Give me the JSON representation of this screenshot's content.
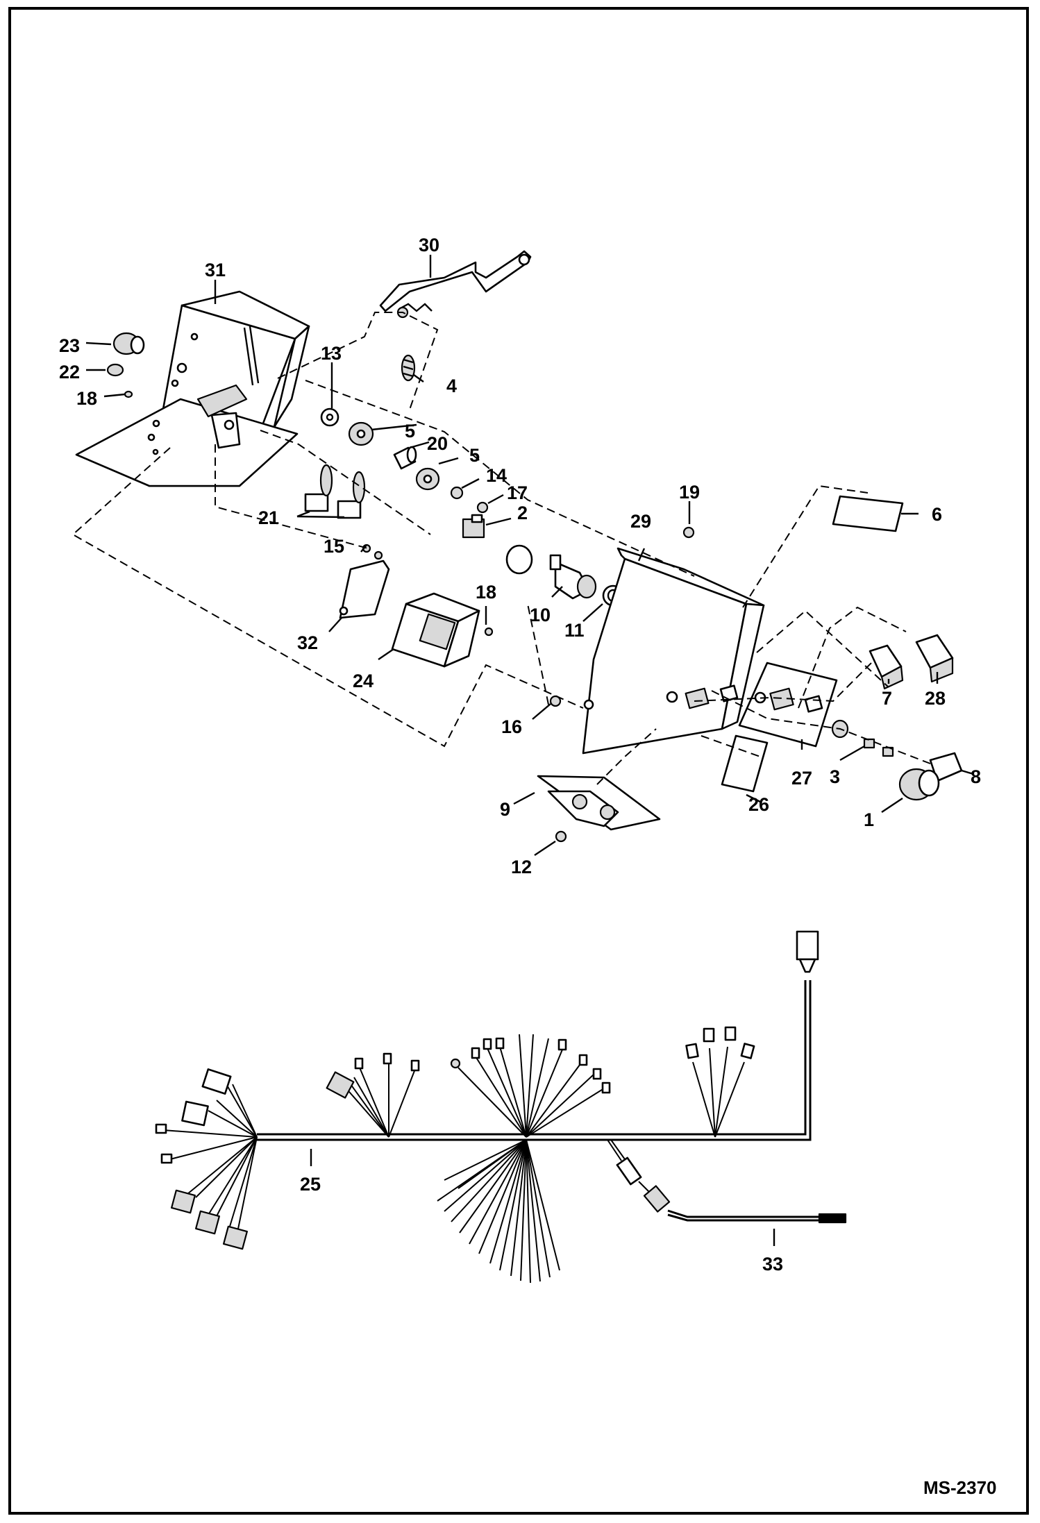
{
  "diagram": {
    "code": "MS-2370",
    "callouts": [
      "1",
      "2",
      "3",
      "4",
      "5",
      "5",
      "6",
      "7",
      "8",
      "9",
      "10",
      "11",
      "12",
      "13",
      "14",
      "15",
      "16",
      "17",
      "18",
      "18",
      "19",
      "20",
      "21",
      "22",
      "23",
      "24",
      "25",
      "26",
      "27",
      "28",
      "29",
      "30",
      "31",
      "32",
      "33"
    ]
  }
}
